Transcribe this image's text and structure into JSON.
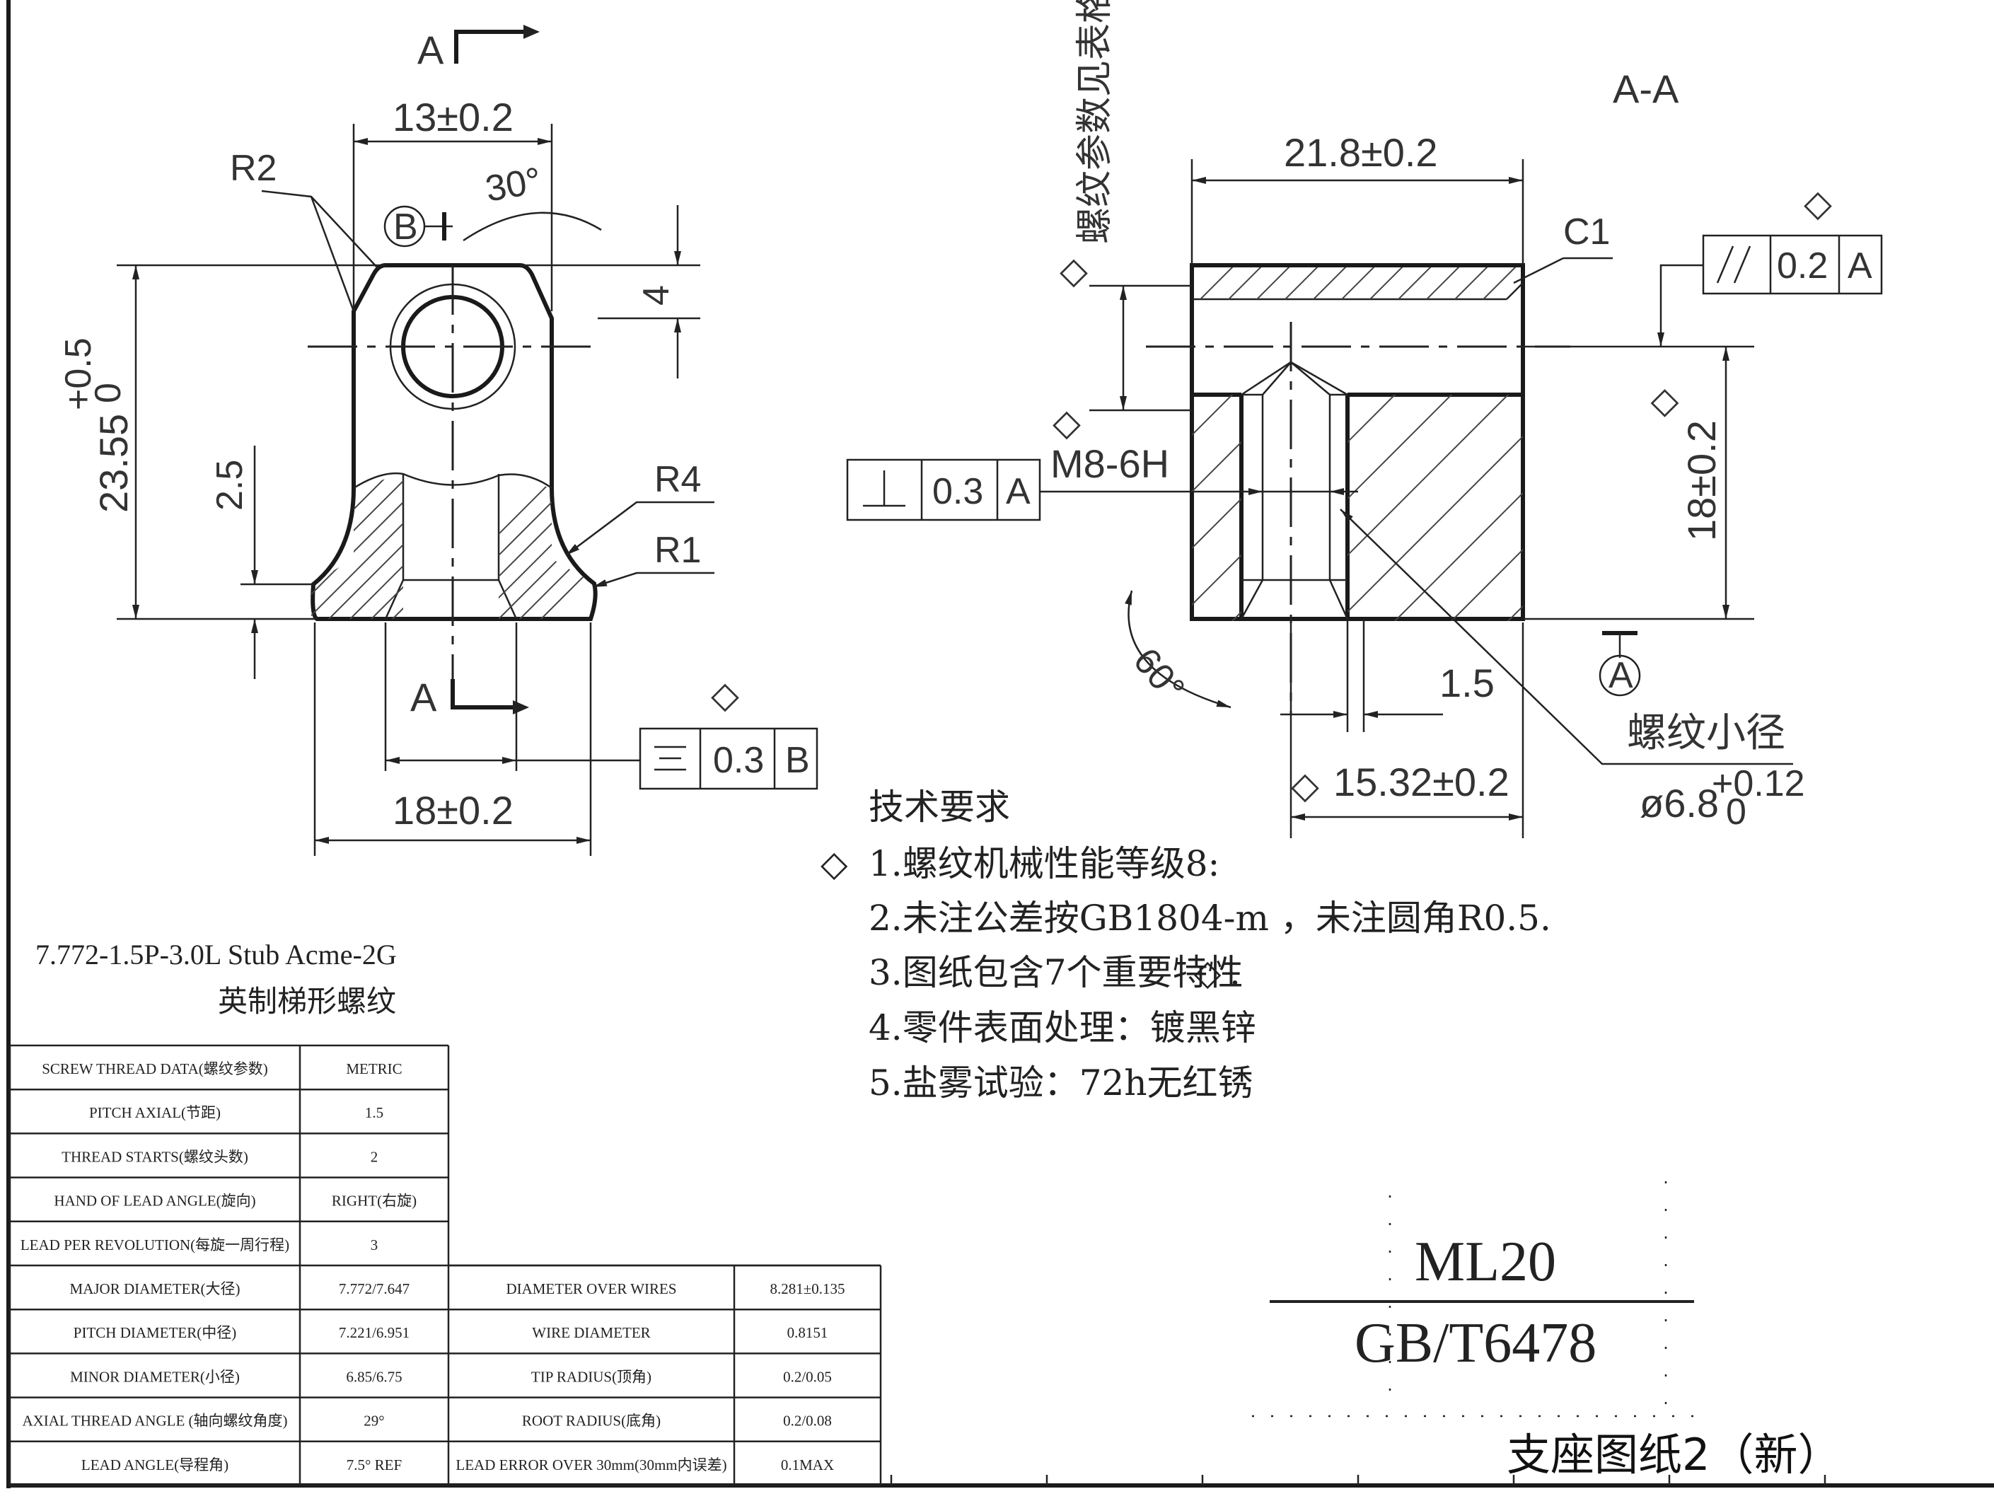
{
  "front_view": {
    "section_mark_top": "A",
    "section_mark_bottom": "A",
    "dim_top_width": "13±0.2",
    "dim_radius_r2": "R2",
    "dim_angle_30": "30°",
    "datum_b": "B",
    "dim_4": "4",
    "dim_height_value": "23.55",
    "dim_height_tol_upper": "+0.5",
    "dim_height_tol_lower": "0",
    "dim_2_5": "2.5",
    "dim_radius_r4": "R4",
    "dim_radius_r1": "R1",
    "dim_bottom_width": "18±0.2",
    "symmetry_frame": {
      "symbol": "⌯",
      "value": "0.3",
      "datum": "B"
    }
  },
  "section_view": {
    "title": "A-A",
    "dim_width": "21.8±0.2",
    "chamfer": "C1",
    "thread_param_note": "螺纹参数见表格",
    "thread_callout": "M8-6H",
    "perpendicularity_frame": {
      "symbol": "⊥",
      "value": "0.3",
      "datum": "A"
    },
    "parallelism_frame": {
      "symbol": "//",
      "value": "0.2",
      "datum": "A"
    },
    "dim_height": "18±0.2",
    "dim_angle_60": "60°",
    "dim_1_5": "1.5",
    "datum_a": "A",
    "dim_15_32": "15.32±0.2",
    "minor_diameter_label": "螺纹小径",
    "minor_diameter_value": "ø6.8",
    "minor_diameter_tol_upper": "+0.12",
    "minor_diameter_tol_lower": "0",
    "key_char_symbol": "◇"
  },
  "tech_requirements": {
    "title": "技术要求",
    "items": [
      "1.螺纹机械性能等级8:",
      "2.未注公差按GB1804-m ，未注圆角R0.5.",
      "3.图纸包含7个重要特性",
      "4.零件表面处理：镀黑锌",
      "5.盐雾试验：72h无红锈"
    ],
    "item3_suffix": "."
  },
  "thread_spec": {
    "line1": "7.772-1.5P-3.0L Stub Acme-2G",
    "line2": "英制梯形螺纹"
  },
  "thread_table": {
    "left_rows": [
      [
        "SCREW THREAD DATA(螺纹参数)",
        "METRIC"
      ],
      [
        "PITCH AXIAL(节距)",
        "1.5"
      ],
      [
        "THREAD STARTS(螺纹头数)",
        "2"
      ],
      [
        "HAND OF LEAD ANGLE(旋向)",
        "RIGHT(右旋)"
      ],
      [
        "LEAD PER REVOLUTION(每旋一周行程)",
        "3"
      ],
      [
        "MAJOR DIAMETER(大径)",
        "7.772/7.647"
      ],
      [
        "PITCH DIAMETER(中径)",
        "7.221/6.951"
      ],
      [
        "MINOR DIAMETER(小径)",
        "6.85/6.75"
      ],
      [
        "AXIAL THREAD ANGLE (轴向螺纹角度)",
        "29°"
      ],
      [
        "LEAD ANGLE(导程角)",
        "7.5° REF"
      ]
    ],
    "right_rows": [
      [
        "DIAMETER OVER WIRES",
        "8.281±0.135"
      ],
      [
        "WIRE DIAMETER",
        "0.8151"
      ],
      [
        "TIP RADIUS(顶角)",
        "0.2/0.05"
      ],
      [
        "ROOT RADIUS(底角)",
        "0.2/0.08"
      ],
      [
        "LEAD ERROR OVER 30mm(30mm内误差)",
        "0.1MAX"
      ]
    ]
  },
  "title_block": {
    "part_no": "ML20",
    "standard": "GB/T6478",
    "drawing_name": "支座图纸2（新）"
  }
}
